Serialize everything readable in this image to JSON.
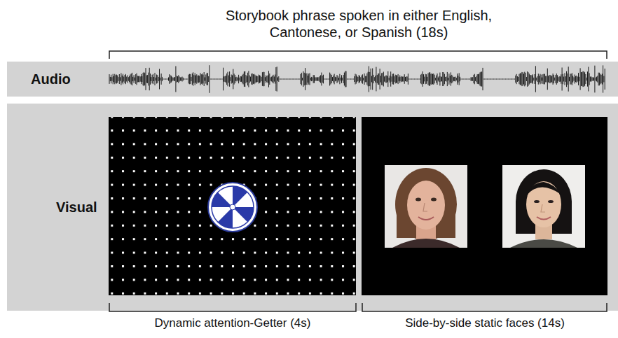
{
  "diagram": {
    "nodes": [
      {
        "text": [
          "Audio"
        ]
      },
      {
        "text": [
          "Visual"
        ]
      }
    ],
    "labels": [
      "Storybook phrase spoken in either English, Cantonese, or Spanish (18s)",
      "Dynamic attention-Getter (4s)",
      "Side-by-side static faces (14s)"
    ]
  }
}
